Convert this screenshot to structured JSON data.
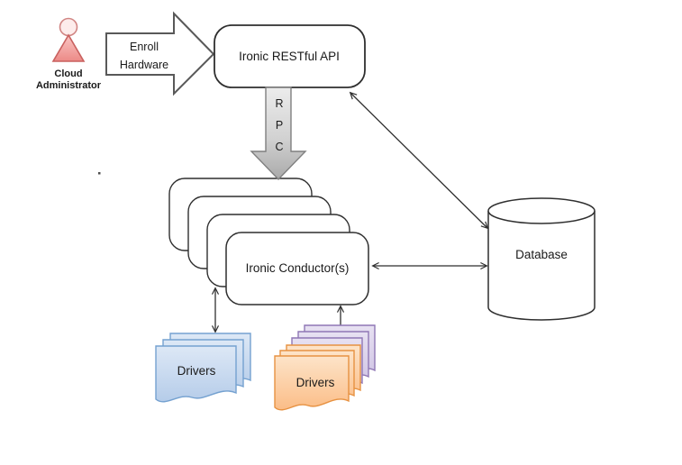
{
  "actor": {
    "label_line1": "Cloud",
    "label_line2": "Administrator",
    "icon_color": "#f2a09e",
    "icon_border": "#c0504d"
  },
  "enroll_arrow": {
    "label_line1": "Enroll",
    "label_line2": "Hardware",
    "border": "#595959"
  },
  "api_box": {
    "label": "Ironic RESTful API",
    "border": "#2f2f2f"
  },
  "rpc_arrow": {
    "letters": [
      "R",
      "P",
      "C"
    ],
    "fill": "#cfcfcf",
    "border": "#7f7f7f"
  },
  "conductor_stack": {
    "label": "Ironic Conductor(s)",
    "box_count": 4,
    "border": "#2f2f2f"
  },
  "database": {
    "label": "Database",
    "border": "#2f2f2f"
  },
  "drivers_left": {
    "label": "Drivers",
    "doc_count": 3,
    "fill": "#c5d9f1",
    "border": "#74a1d0"
  },
  "drivers_right": {
    "label": "Drivers",
    "front_doc_count": 3,
    "back_doc_count": 3,
    "front_fill": "#fcc89a",
    "front_border": "#e79242",
    "back_fill": "#d9cdea",
    "back_border": "#8f77b5"
  },
  "connectors": {
    "color": "#2f2f2f",
    "api_database": "double-arrow",
    "conductor_database": "double-arrow",
    "conductor_drivers_left": "double-arrow",
    "conductor_drivers_right": "double-arrow"
  }
}
